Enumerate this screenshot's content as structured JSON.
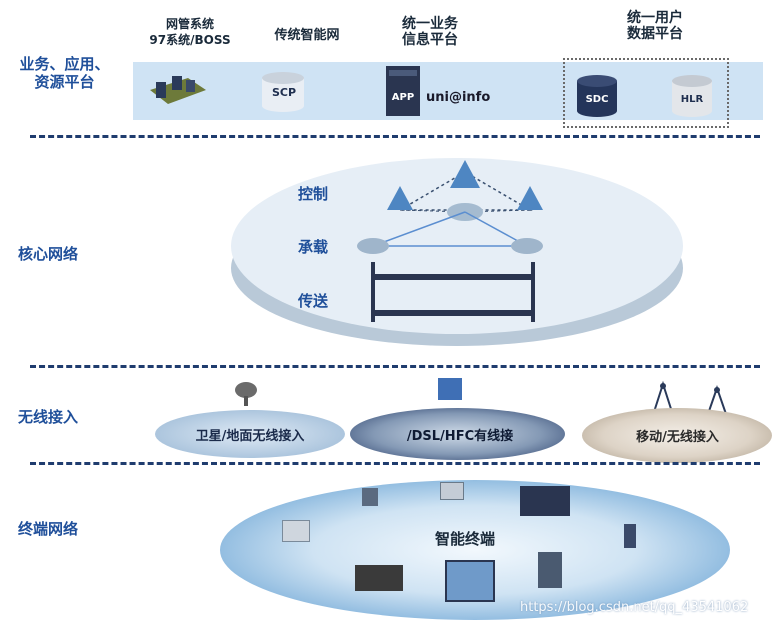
{
  "layers": {
    "business": "业务、应用、\n资源平台",
    "core": "核心网络",
    "access": "无线接入",
    "terminal": "终端网络"
  },
  "business_items": {
    "oss": "网管系统\n97系统/BOSS",
    "scp_title": "传统智能网",
    "scp_icon": "SCP",
    "unified_service": "统一业务\n信息平台",
    "app_icon": "APP",
    "uniinfo": "uni@info",
    "user_data": "统一用户\n数据平台",
    "sdc_icon": "SDC",
    "hlr_icon": "HLR"
  },
  "core_items": {
    "control": "控制",
    "bearer": "承载",
    "transport": "传送"
  },
  "access_items": {
    "satellite": "卫星/地面无线接入",
    "wired": "/DSL/HFC有线接",
    "mobile": "移动/无线接入"
  },
  "terminal_items": {
    "smart": "智能终端"
  },
  "watermark": "https://blog.csdn.net/qq_43541062",
  "colors": {
    "accent": "#1f4f9a",
    "band": "#cfe3f4",
    "dash": "#1f3c6e"
  }
}
